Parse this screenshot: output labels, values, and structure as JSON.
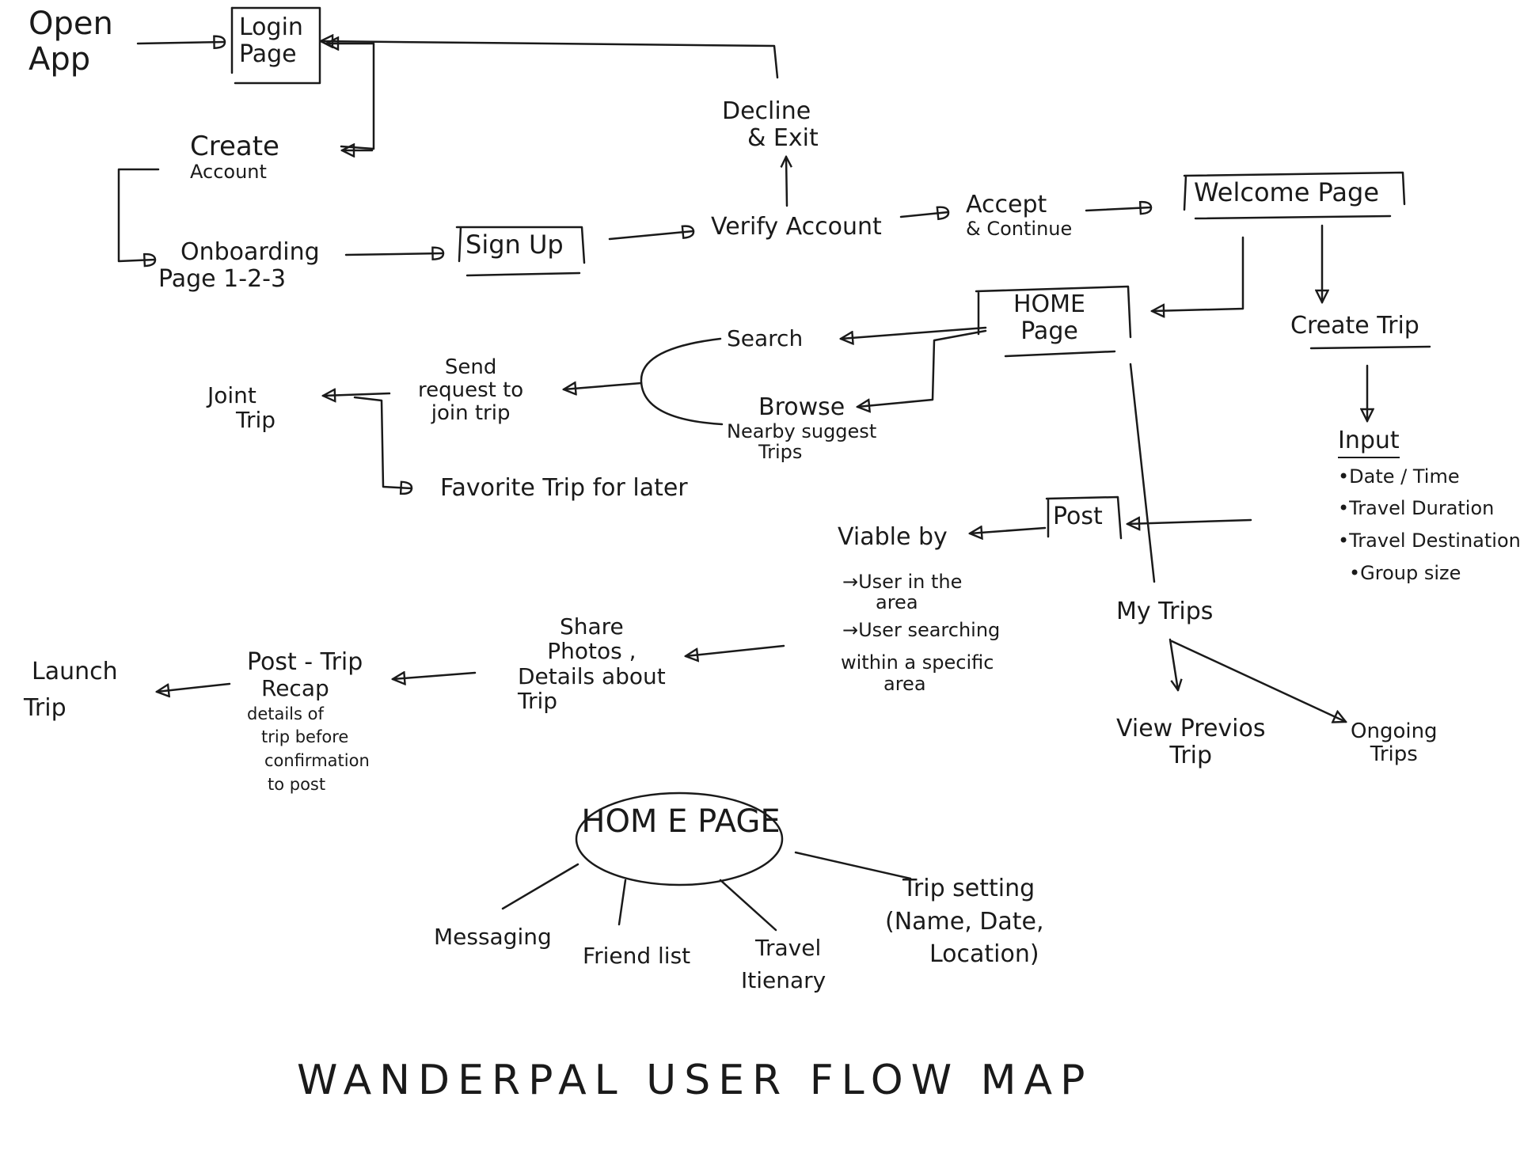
{
  "title": "WANDERPAL USER FLOW MAP",
  "colors": {
    "ink": "#1a1a1a",
    "paper": "#ffffff"
  },
  "nodes": {
    "open_app": [
      "Open",
      "App"
    ],
    "login_page": [
      "Login",
      "Page"
    ],
    "decline_exit": [
      "Decline",
      "& Exit"
    ],
    "create_account": [
      "Create",
      "Account"
    ],
    "onboarding": [
      "Onboarding",
      "Page 1-2-3"
    ],
    "sign_up": "Sign Up",
    "verify_account": "Verify Account",
    "accept_continue": [
      "Accept",
      "& Continue"
    ],
    "welcome_page": "Welcome Page",
    "home_page": [
      "HOME",
      "Page"
    ],
    "create_trip": "Create Trip",
    "input": {
      "heading": "Input",
      "items": [
        "Date / Time",
        "Travel Duration",
        "Travel Destination",
        "Group size"
      ]
    },
    "search": "Search",
    "browse": [
      "Browse",
      "Nearby suggest",
      "Trips"
    ],
    "send_request": [
      "Send",
      "request to",
      "join trip"
    ],
    "join_trip": [
      "Joint",
      "Trip"
    ],
    "favorite_trip": "Favorite Trip for later",
    "post": "Post",
    "viable_by": {
      "heading": "Viable by",
      "items": [
        "User in the",
        "area",
        "User searching",
        "within a specific",
        "area"
      ]
    },
    "my_trips": "My Trips",
    "view_previous": [
      "View Previos",
      "Trip"
    ],
    "ongoing_trips": [
      "Ongoing",
      "Trips"
    ],
    "share_photos": [
      "Share",
      "Photos ,",
      "Details about",
      "Trip"
    ],
    "post_trip": {
      "heading": [
        "Post - Trip",
        "Recap"
      ],
      "details": [
        "details of",
        "trip before",
        "confirmation",
        "to post"
      ]
    },
    "launch_trip": [
      "Launch",
      "Trip"
    ]
  },
  "hub": {
    "label": "HOM E PAGE",
    "spokes": {
      "messaging": "Messaging",
      "friend_list": "Friend list",
      "travel_itinerary": [
        "Travel",
        "Itienary"
      ],
      "trip_setting": [
        "Trip setting",
        "(Name, Date,",
        "Location)"
      ]
    }
  }
}
